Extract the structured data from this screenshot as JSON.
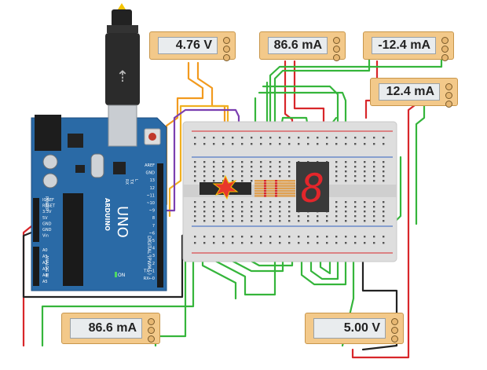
{
  "meters": {
    "voltage_top": "4.76 V",
    "current_top_center": "86.6 mA",
    "current_top_right": "-12.4 mA",
    "current_right": "12.4 mA",
    "current_bottom_left": "86.6 mA",
    "voltage_bottom_right": "5.00 V"
  },
  "arduino": {
    "brand": "ARDUINO",
    "model": "UNO",
    "digital_label": "DIGITAL (PWM~)",
    "power_label": "POWER",
    "analog_label": "ANALOG IN",
    "pins_right": [
      "AREF",
      "GND",
      "13",
      "12",
      "~11",
      "~10",
      "~9",
      "8",
      "7",
      "~6",
      "~5",
      "4",
      "~3",
      "2",
      "TX→1",
      "RX←0"
    ],
    "pins_power": [
      "IOREF",
      "RESET",
      "3.3V",
      "5V",
      "GND",
      "GND",
      "Vin"
    ],
    "pins_analog": [
      "A0",
      "A1",
      "A2",
      "A3",
      "A4",
      "A5"
    ],
    "on_label": "ON",
    "led_labels": [
      "L",
      "TX",
      "RX"
    ]
  },
  "display": {
    "digit": "8"
  },
  "colors": {
    "board": "#2a6aa6",
    "breadboard": "#dedede",
    "meter_body": "#f3c98a",
    "wire_green": "#35b53b",
    "wire_red": "#d8262a",
    "wire_black": "#222222",
    "wire_orange": "#f29a1e",
    "wire_purple": "#7b3fb0",
    "segment_red": "#e3262b"
  }
}
